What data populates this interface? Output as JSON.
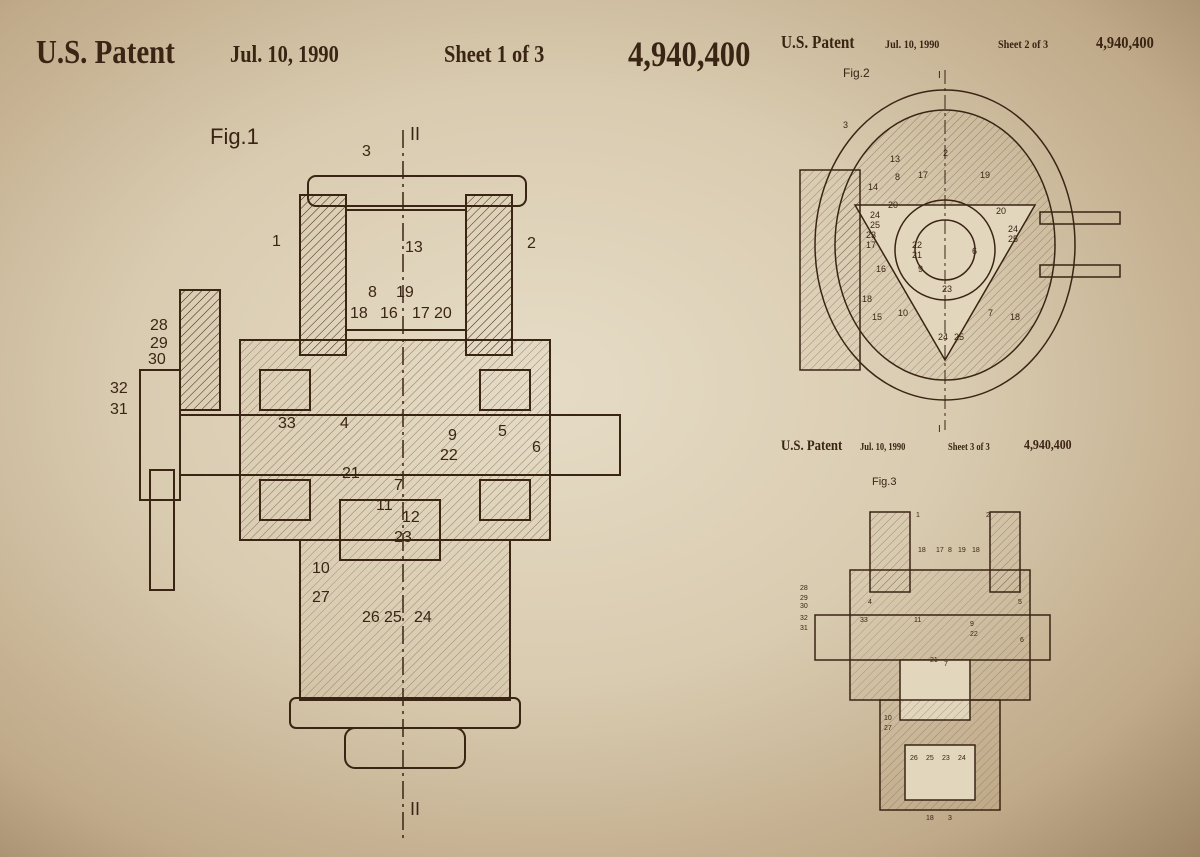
{
  "sheet1": {
    "title": "U.S. Patent",
    "date": "Jul. 10, 1990",
    "sheet": "Sheet 1 of 3",
    "number": "4,940,400"
  },
  "sheet2": {
    "title": "U.S. Patent",
    "date": "Jul. 10, 1990",
    "sheet": "Sheet 2 of 3",
    "number": "4,940,400"
  },
  "sheet3": {
    "title": "U.S. Patent",
    "date": "Jul. 10, 1990",
    "sheet": "Sheet 3 of 3",
    "number": "4,940,400"
  },
  "figures": {
    "fig1": {
      "label": "Fig.1",
      "section_mark": "II",
      "numerals": [
        "3",
        "1",
        "2",
        "13",
        "8",
        "19",
        "18",
        "16",
        "17",
        "20",
        "28",
        "29",
        "30",
        "32",
        "31",
        "33",
        "4",
        "9",
        "22",
        "5",
        "6",
        "21",
        "7",
        "11",
        "12",
        "23",
        "10",
        "27",
        "26",
        "25",
        "24"
      ]
    },
    "fig2": {
      "label": "Fig.2",
      "section_mark": "I",
      "numerals": [
        "3",
        "13",
        "2",
        "8",
        "17",
        "19",
        "14",
        "20",
        "24",
        "25",
        "23",
        "17",
        "22",
        "21",
        "16",
        "9",
        "6",
        "20",
        "24",
        "25",
        "18",
        "15",
        "10",
        "23",
        "7",
        "18",
        "24",
        "25"
      ]
    },
    "fig3": {
      "label": "Fig.3",
      "numerals": [
        "1",
        "2",
        "18",
        "17",
        "8",
        "19",
        "18",
        "28",
        "29",
        "30",
        "32",
        "31",
        "4",
        "33",
        "11",
        "5",
        "9",
        "22",
        "6",
        "21",
        "7",
        "10",
        "27",
        "26",
        "25",
        "23",
        "24",
        "18",
        "3"
      ]
    }
  },
  "colors": {
    "paper": "#d9cbb0",
    "ink": "#3a2414"
  }
}
